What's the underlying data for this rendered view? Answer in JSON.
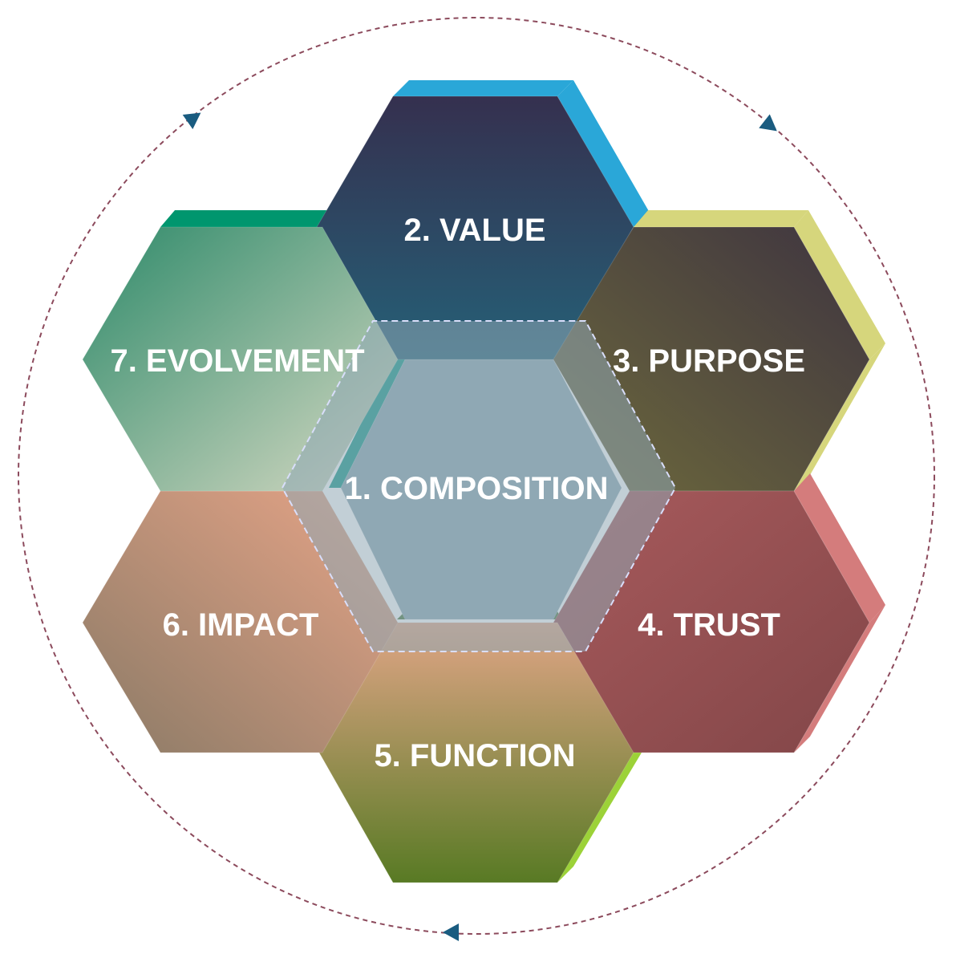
{
  "diagram": {
    "hexagons": [
      {
        "id": "composition",
        "label": "1. COMPOSITION",
        "fill": "#8fa8b4",
        "edge": "#1a9a8c"
      },
      {
        "id": "value",
        "label": "2. VALUE",
        "top": "#35304f",
        "bottom": "#256077",
        "edge": "#2aa7d8"
      },
      {
        "id": "purpose",
        "label": "3. PURPOSE",
        "top": "#3e3440",
        "bottom": "#6e6a3c",
        "edge": "#d6d67c"
      },
      {
        "id": "trust",
        "label": "4. TRUST",
        "top": "#a85a5c",
        "bottom": "#824648",
        "edge": "#d47c7c"
      },
      {
        "id": "function",
        "label": "5. FUNCTION",
        "top": "#e0a586",
        "bottom": "#587a24",
        "edge": "#9cd238"
      },
      {
        "id": "impact",
        "label": "6. IMPACT",
        "top": "#e8a588",
        "bottom": "#8a7a66",
        "edge": "#a89484"
      },
      {
        "id": "evolvement",
        "label": "7. EVOLVEMENT",
        "top": "#2e8a6a",
        "bottom": "#d8dac4",
        "edge": "#00966e"
      }
    ],
    "cycle_arrows": 3,
    "ring_color": "#8c4a5c",
    "arrow_color": "#1a5c80"
  }
}
